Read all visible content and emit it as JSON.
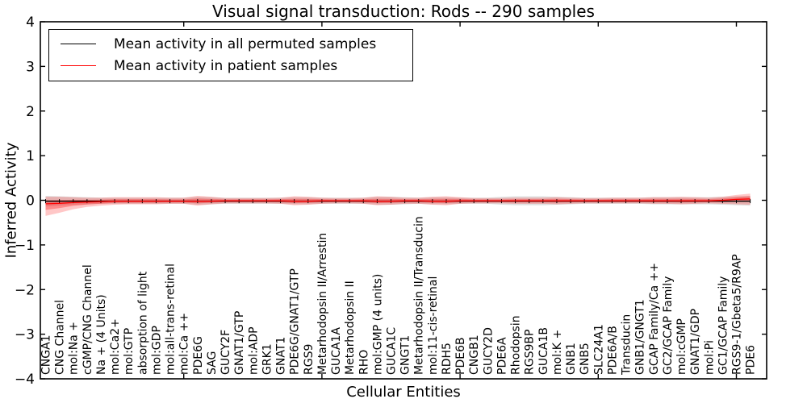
{
  "figure": {
    "title": "Visual signal transduction: Rods -- 290 samples",
    "xlabel": "Cellular Entities",
    "ylabel": "Inferred Activity"
  },
  "legend": {
    "position": "upper left",
    "items": [
      {
        "label": "Mean activity in all permuted samples",
        "color": "#000000"
      },
      {
        "label": "Mean activity in patient samples",
        "color": "#ff0000"
      }
    ]
  },
  "chart_data": {
    "type": "line",
    "title": "Visual signal transduction: Rods -- 290 samples",
    "xlabel": "Cellular Entities",
    "ylabel": "Inferred Activity",
    "ylim": [
      -4,
      4
    ],
    "yticks": [
      -4,
      -3,
      -2,
      -1,
      0,
      1,
      2,
      3,
      4
    ],
    "x_major_tick_indices": [
      10,
      20,
      30,
      40,
      50
    ],
    "grid": false,
    "legend_position": "upper left",
    "categories": [
      "CNGA1",
      "CNG Channel",
      "mol:Na +",
      "cGMP/CNG Channel",
      "Na + (4 Units)",
      "mol:Ca2+",
      "mol:GTP",
      "absorption of light",
      "mol:GDP",
      "mol:all-trans-retinal",
      "mol:Ca ++",
      "PDE6G",
      "SAG",
      "GUCY2F",
      "GNAT1/GTP",
      "mol:ADP",
      "GRK1",
      "GNAT1",
      "PDE6G/GNAT1/GTP",
      "RGS9",
      "Metarhodopsin II/Arrestin",
      "GUCA1A",
      "Metarhodopsin II",
      "RHO",
      "mol:GMP (4 units)",
      "GUCA1C",
      "GNGT1",
      "Metarhodopsin II/Transducin",
      "mol:11-cis-retinal",
      "RDH5",
      "PDE6B",
      "CNGB1",
      "GUCY2D",
      "PDE6A",
      "Rhodopsin",
      "RGS9BP",
      "GUCA1B",
      "mol:K +",
      "GNB1",
      "GNB5",
      "SLC24A1",
      "PDE6A/B",
      "Transducin",
      "GNB1/GNGT1",
      "GCAP Family/Ca ++",
      "GC2/GCAP Family",
      "mol:cGMP",
      "GNAT1/GDP",
      "mol:Pi",
      "GC1/GCAP Family",
      "RGS9-1/Gbeta5/R9AP",
      "PDE6"
    ],
    "series": [
      {
        "name": "Mean activity in all permuted samples",
        "color": "#000000",
        "band_color": "rgba(0,0,0,0.12)",
        "values": [
          -0.02,
          -0.02,
          -0.02,
          -0.02,
          -0.02,
          -0.02,
          -0.02,
          -0.02,
          -0.02,
          -0.02,
          -0.02,
          -0.02,
          -0.02,
          -0.02,
          -0.02,
          -0.02,
          -0.02,
          -0.02,
          -0.02,
          -0.02,
          -0.02,
          -0.02,
          -0.02,
          -0.02,
          -0.02,
          -0.02,
          -0.02,
          -0.02,
          -0.02,
          -0.02,
          -0.02,
          -0.02,
          -0.02,
          -0.02,
          -0.02,
          -0.02,
          -0.02,
          -0.02,
          -0.02,
          -0.02,
          -0.02,
          -0.02,
          -0.02,
          -0.02,
          -0.02,
          -0.02,
          -0.02,
          -0.02,
          -0.02,
          -0.02,
          -0.02,
          -0.02
        ],
        "band_upper": [
          0.1,
          0.09,
          0.08,
          0.07,
          0.06,
          0.06,
          0.06,
          0.06,
          0.06,
          0.06,
          0.06,
          0.08,
          0.07,
          0.06,
          0.06,
          0.06,
          0.06,
          0.06,
          0.07,
          0.07,
          0.06,
          0.06,
          0.06,
          0.06,
          0.08,
          0.08,
          0.07,
          0.06,
          0.07,
          0.07,
          0.06,
          0.06,
          0.06,
          0.08,
          0.09,
          0.09,
          0.09,
          0.08,
          0.07,
          0.06,
          0.06,
          0.06,
          0.06,
          0.06,
          0.07,
          0.07,
          0.07,
          0.07,
          0.07,
          0.08,
          0.09,
          0.1
        ],
        "band_lower": [
          -0.14,
          -0.12,
          -0.1,
          -0.09,
          -0.08,
          -0.08,
          -0.08,
          -0.08,
          -0.08,
          -0.08,
          -0.08,
          -0.1,
          -0.09,
          -0.08,
          -0.08,
          -0.08,
          -0.08,
          -0.08,
          -0.09,
          -0.09,
          -0.08,
          -0.08,
          -0.08,
          -0.08,
          -0.1,
          -0.1,
          -0.09,
          -0.08,
          -0.09,
          -0.09,
          -0.08,
          -0.08,
          -0.08,
          -0.1,
          -0.11,
          -0.11,
          -0.11,
          -0.1,
          -0.09,
          -0.08,
          -0.08,
          -0.08,
          -0.08,
          -0.08,
          -0.09,
          -0.09,
          -0.09,
          -0.09,
          -0.09,
          -0.1,
          -0.11,
          -0.12
        ]
      },
      {
        "name": "Mean activity in patient samples",
        "color": "#ff0000",
        "band_color": "rgba(255,0,0,0.22)",
        "inner_band_color": "rgba(255,0,0,0.30)",
        "values": [
          -0.08,
          -0.07,
          -0.05,
          -0.04,
          -0.03,
          -0.02,
          -0.02,
          -0.02,
          -0.02,
          -0.02,
          -0.02,
          -0.02,
          -0.02,
          -0.01,
          -0.01,
          -0.01,
          -0.01,
          -0.01,
          -0.02,
          -0.02,
          -0.01,
          -0.01,
          -0.01,
          -0.01,
          -0.02,
          -0.02,
          -0.01,
          -0.01,
          -0.02,
          -0.02,
          -0.01,
          -0.01,
          -0.01,
          -0.01,
          -0.01,
          -0.01,
          -0.01,
          -0.01,
          -0.01,
          -0.01,
          -0.01,
          -0.01,
          -0.01,
          -0.01,
          -0.01,
          -0.01,
          -0.01,
          -0.01,
          -0.01,
          0.0,
          0.02,
          0.03
        ],
        "band_upper": [
          0.08,
          0.08,
          0.07,
          0.06,
          0.06,
          0.07,
          0.07,
          0.07,
          0.07,
          0.06,
          0.06,
          0.1,
          0.08,
          0.05,
          0.05,
          0.05,
          0.05,
          0.06,
          0.09,
          0.08,
          0.06,
          0.05,
          0.05,
          0.06,
          0.09,
          0.08,
          0.06,
          0.06,
          0.08,
          0.09,
          0.07,
          0.05,
          0.05,
          0.05,
          0.06,
          0.06,
          0.06,
          0.07,
          0.06,
          0.05,
          0.05,
          0.06,
          0.06,
          0.06,
          0.07,
          0.07,
          0.08,
          0.07,
          0.06,
          0.08,
          0.12,
          0.15
        ],
        "band_lower": [
          -0.35,
          -0.28,
          -0.2,
          -0.15,
          -0.12,
          -0.1,
          -0.09,
          -0.09,
          -0.09,
          -0.08,
          -0.08,
          -0.12,
          -0.09,
          -0.07,
          -0.07,
          -0.07,
          -0.07,
          -0.08,
          -0.11,
          -0.1,
          -0.08,
          -0.07,
          -0.07,
          -0.08,
          -0.11,
          -0.1,
          -0.08,
          -0.08,
          -0.1,
          -0.11,
          -0.08,
          -0.07,
          -0.07,
          -0.07,
          -0.08,
          -0.08,
          -0.08,
          -0.09,
          -0.08,
          -0.07,
          -0.07,
          -0.07,
          -0.07,
          -0.07,
          -0.08,
          -0.08,
          -0.09,
          -0.08,
          -0.07,
          -0.08,
          -0.09,
          -0.1
        ]
      }
    ]
  }
}
